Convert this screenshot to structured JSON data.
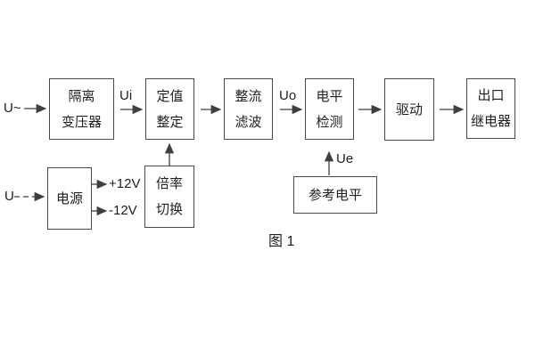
{
  "figure": {
    "caption": "图 1",
    "blocks": {
      "isolation_transformer": {
        "line1": "隔离",
        "line2": "变压器"
      },
      "setting_adjust": {
        "line1": "定值",
        "line2": "整定"
      },
      "rectifier_filter": {
        "line1": "整流",
        "line2": "滤波"
      },
      "level_detect": {
        "line1": "电平",
        "line2": "检测"
      },
      "drive": {
        "line1": "驱动"
      },
      "output_relay": {
        "line1": "出口",
        "line2": "继电器"
      },
      "power_supply": {
        "line1": "电源"
      },
      "multiplier_switch": {
        "line1": "倍率",
        "line2": "切换"
      },
      "reference_level": {
        "line1": "参考电平"
      }
    },
    "labels": {
      "ac_input": "U~",
      "dc_input": "U",
      "ui": "Ui",
      "uo": "Uo",
      "ue": "Ue",
      "plus_12v": "+12V",
      "minus_12v": "-12V"
    },
    "colors": {
      "line": "#3f3f3f",
      "text": "#1f1f1f",
      "background": "#ffffff"
    }
  }
}
